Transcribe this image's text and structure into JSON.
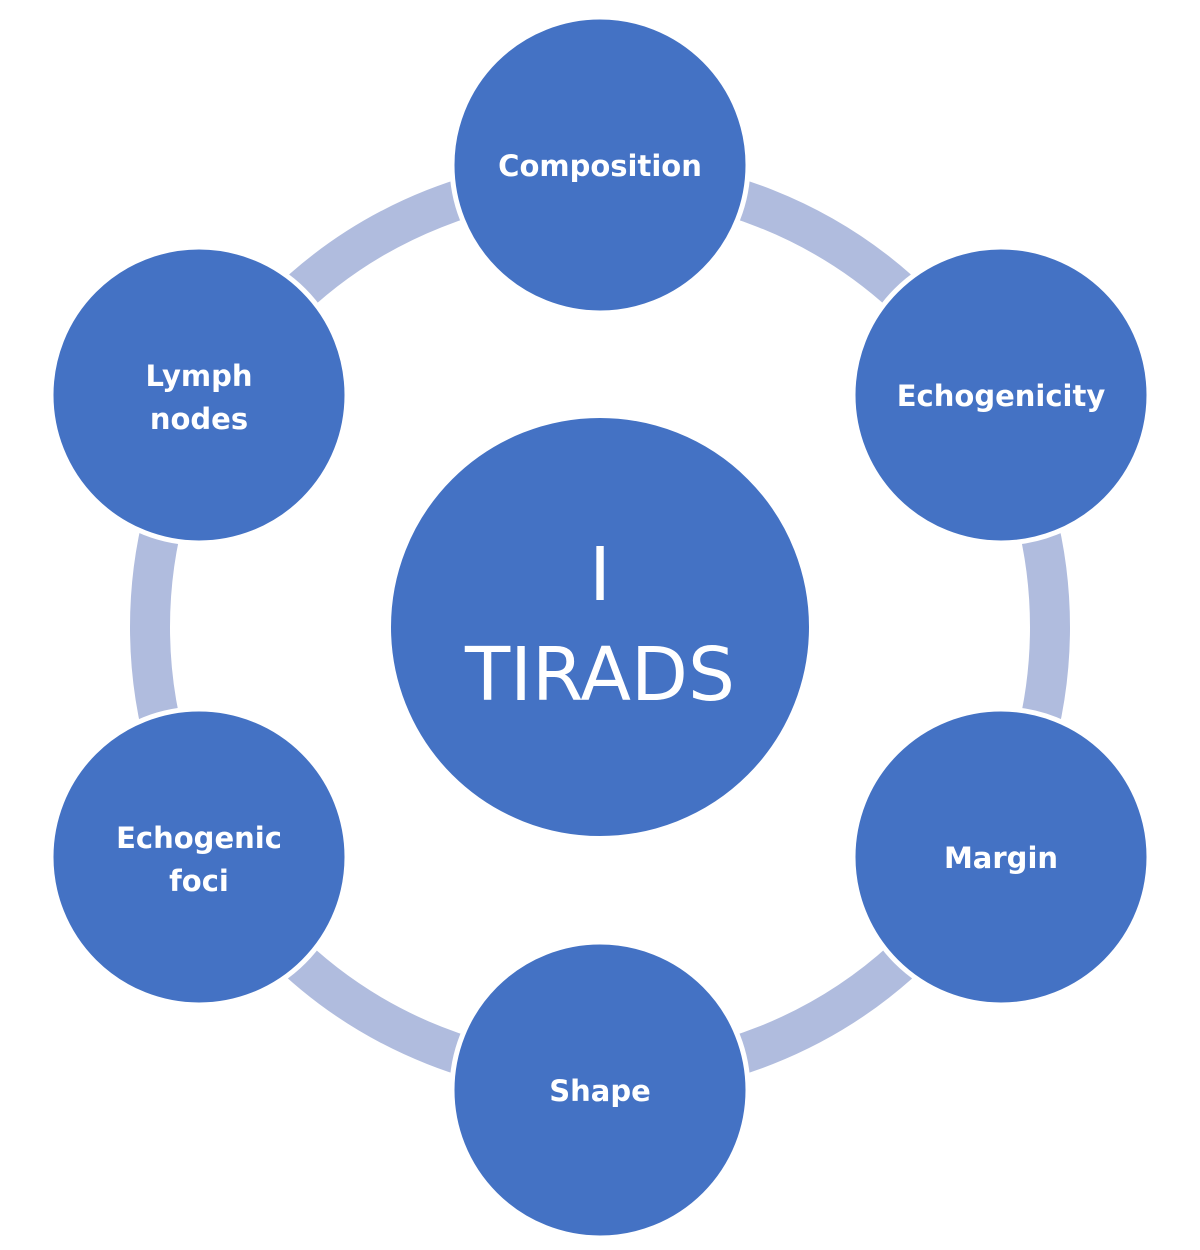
{
  "center": {
    "line1": "I",
    "line2": "TIRADS"
  },
  "nodes": [
    {
      "lines": [
        "Composition"
      ]
    },
    {
      "lines": [
        "Echogenicity"
      ]
    },
    {
      "lines": [
        "Margin"
      ]
    },
    {
      "lines": [
        "Shape"
      ]
    },
    {
      "lines": [
        "Echogenic",
        "foci"
      ]
    },
    {
      "lines": [
        "Lymph",
        "nodes"
      ]
    }
  ],
  "colors": {
    "node_fill": "#4472c4",
    "node_stroke": "#ffffff",
    "ring": "#b0bcde",
    "text": "#ffffff"
  }
}
